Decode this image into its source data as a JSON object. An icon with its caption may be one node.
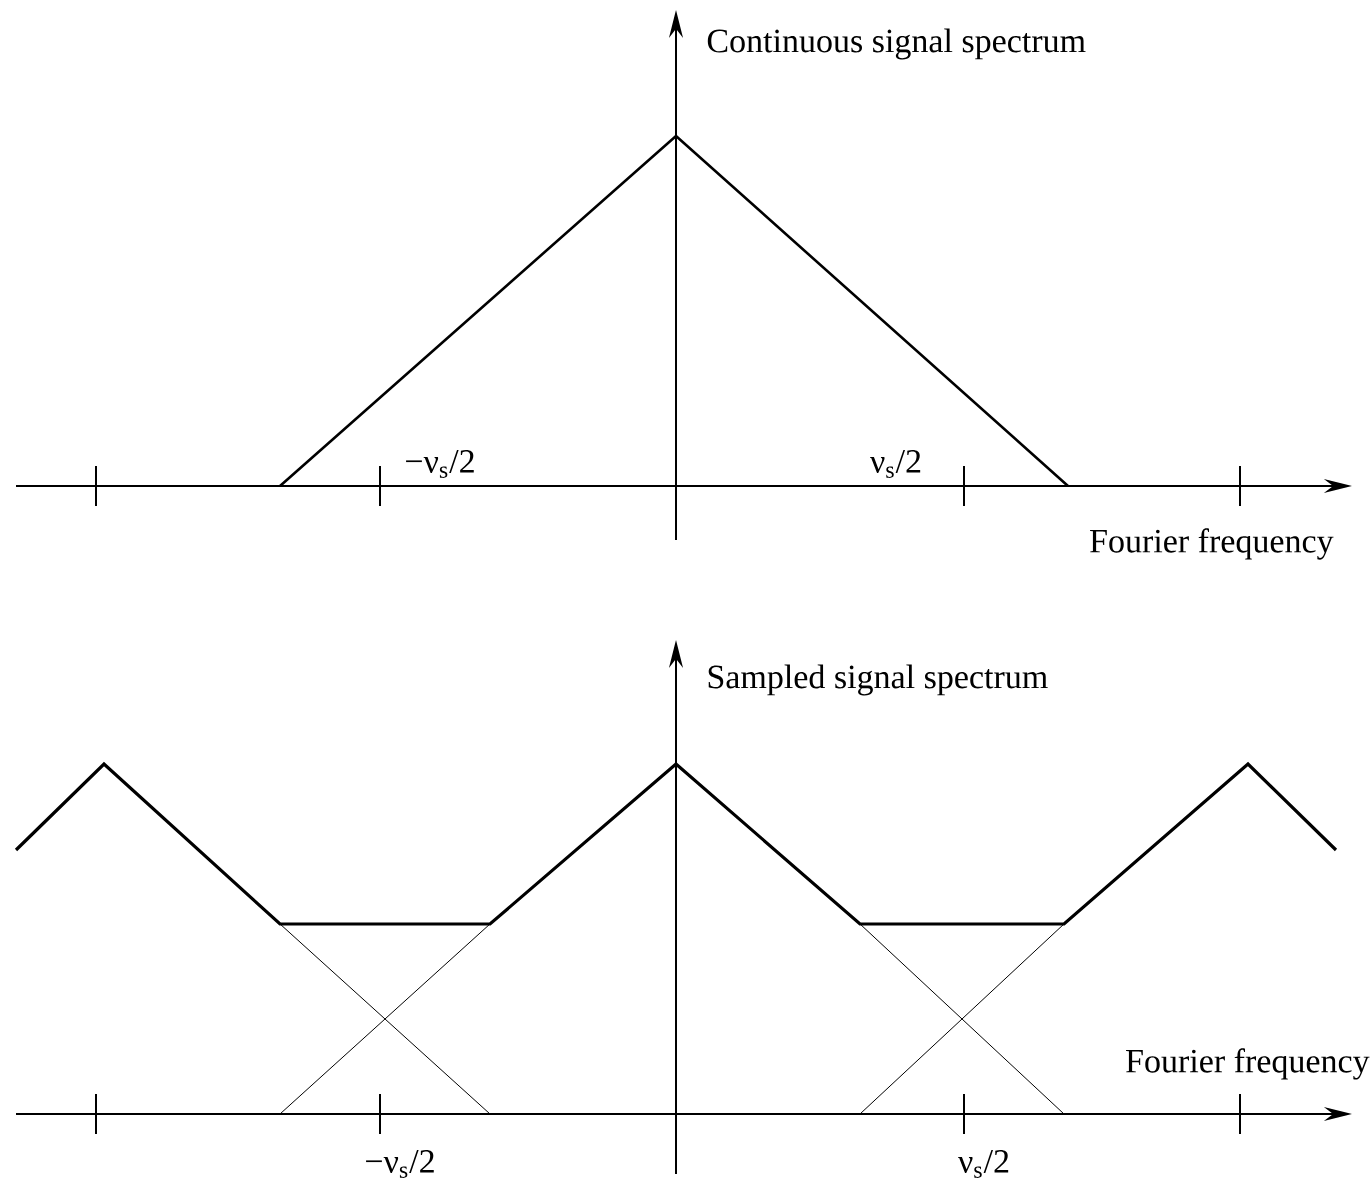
{
  "diagram": {
    "labels": [
      "Continuous signal spectrum",
      "−ν$_{s}$/2",
      "ν$_{s}$/2",
      "Fourier frequency",
      "Sampled signal spectrum",
      "Fourier frequency",
      "−ν$_{s}$/2",
      "ν$_{s}$/2"
    ]
  }
}
